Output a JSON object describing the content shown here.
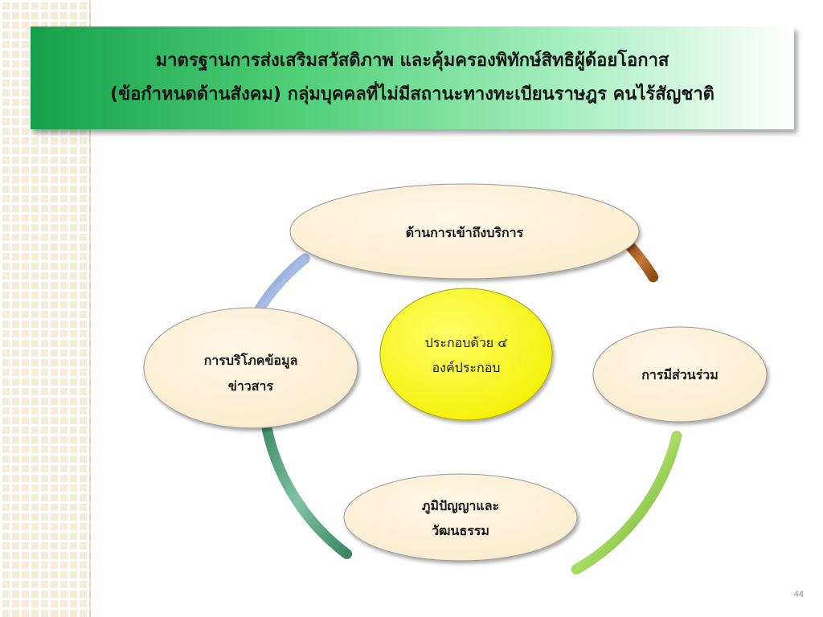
{
  "slide": {
    "title_line_1": "มาตรฐานการส่งเสริมสวัสดิภาพ และคุ้มครองพิทักษ์สิทธิผู้ด้อยโอกาส",
    "title_line_2": "(ข้อกำหนดด้านสังคม) กลุ่มบุคคลที่ไม่มีสถานะทางทะเบียนราษฎร คนไร้สัญชาติ",
    "page_number": "44"
  },
  "diagram": {
    "center": {
      "line_1": "ประกอบด้วย ๔",
      "line_2": "องค์ประกอบ"
    },
    "nodes": {
      "top": "ด้านการเข้าถึงบริการ",
      "right": "การมีส่วนร่วม",
      "bottom_line_1": "ภูมิปัญญาและ",
      "bottom_line_2": "วัฒนธรรม",
      "left_line_1": "การบริโภคข้อมูล",
      "left_line_2": "ข่าวสาร"
    },
    "ring_colors": {
      "blue": "#7f97cf",
      "brown": "#a4581a",
      "light_green": "#7ab838",
      "teal_green": "#4f9a78"
    },
    "node_fill": "#fdf1d9",
    "center_fill": "#ffff00"
  }
}
